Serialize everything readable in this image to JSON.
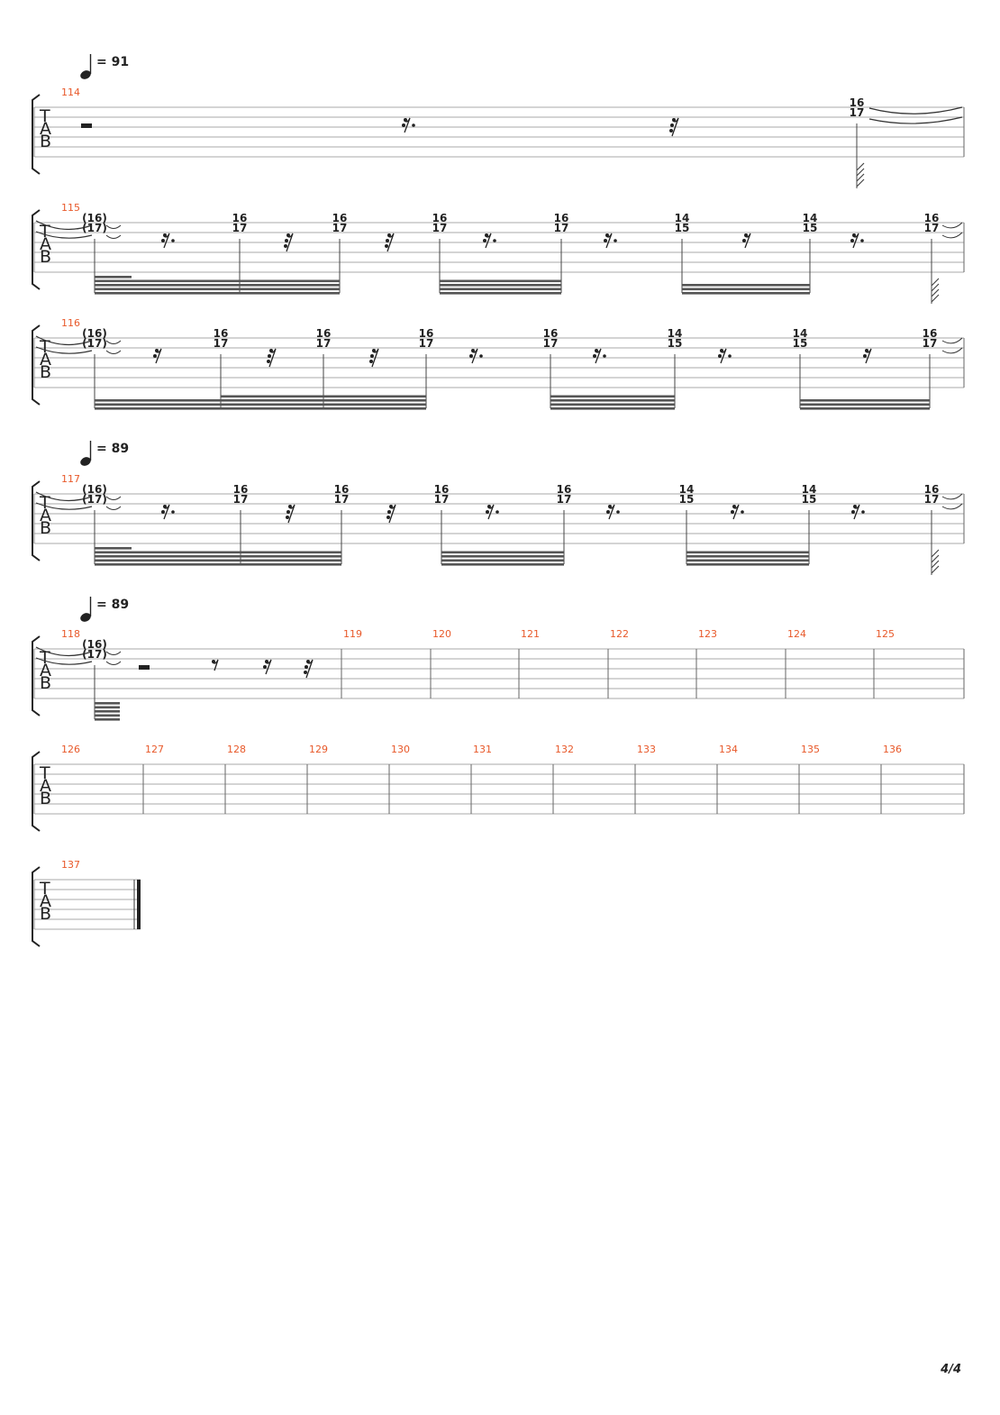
{
  "page_number": "4/4",
  "tab_clef": [
    "T",
    "A",
    "B"
  ],
  "tempo_markings": [
    {
      "bpm": "91",
      "label": "= 91"
    },
    {
      "bpm": "89",
      "label": "= 89"
    },
    {
      "bpm": "89",
      "label": "= 89"
    }
  ],
  "systems": [
    {
      "measures": [
        "114"
      ],
      "notes": [
        [
          "16",
          "17"
        ]
      ]
    },
    {
      "measures": [
        "115"
      ],
      "notes": [
        [
          "(16)",
          "(17)"
        ],
        [
          "16",
          "17"
        ],
        [
          "16",
          "17"
        ],
        [
          "16",
          "17"
        ],
        [
          "16",
          "17"
        ],
        [
          "14",
          "15"
        ],
        [
          "14",
          "15"
        ],
        [
          "16",
          "17"
        ]
      ]
    },
    {
      "measures": [
        "116"
      ],
      "notes": [
        [
          "(16)",
          "(17)"
        ],
        [
          "16",
          "17"
        ],
        [
          "16",
          "17"
        ],
        [
          "16",
          "17"
        ],
        [
          "16",
          "17"
        ],
        [
          "14",
          "15"
        ],
        [
          "14",
          "15"
        ],
        [
          "16",
          "17"
        ]
      ]
    },
    {
      "measures": [
        "117"
      ],
      "notes": [
        [
          "(16)",
          "(17)"
        ],
        [
          "16",
          "17"
        ],
        [
          "16",
          "17"
        ],
        [
          "16",
          "17"
        ],
        [
          "16",
          "17"
        ],
        [
          "14",
          "15"
        ],
        [
          "14",
          "15"
        ],
        [
          "16",
          "17"
        ]
      ]
    },
    {
      "measures": [
        "118",
        "119",
        "120",
        "121",
        "122",
        "123",
        "124",
        "125"
      ],
      "notes": [
        [
          "(16)",
          "(17)"
        ]
      ]
    },
    {
      "measures": [
        "126",
        "127",
        "128",
        "129",
        "130",
        "131",
        "132",
        "133",
        "134",
        "135",
        "136"
      ],
      "notes": []
    },
    {
      "measures": [
        "137"
      ],
      "notes": []
    }
  ]
}
